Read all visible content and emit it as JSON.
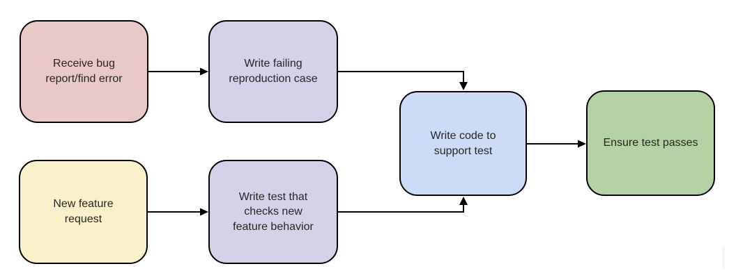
{
  "flowchart": {
    "background_color": "#ffffff",
    "node_border_color": "#000000",
    "arrow_color": "#000000",
    "text_color": "#262626",
    "nodes": {
      "bug_report": {
        "label": "Receive bug\nreport/find error",
        "fill": "#e9c9c7"
      },
      "failing_repro": {
        "label": "Write failing\nreproduction case",
        "fill": "#d6d1e8"
      },
      "feature_request": {
        "label": "New feature\nrequest",
        "fill": "#faf0ca"
      },
      "feature_test": {
        "label": "Write test that\nchecks new\nfeature behavior",
        "fill": "#d6d1e8"
      },
      "write_code": {
        "label": "Write code to\nsupport test",
        "fill": "#ccdcf6"
      },
      "test_passes": {
        "label": "Ensure test passes",
        "fill": "#b5d2a4"
      }
    },
    "edges": [
      {
        "from": "Receive bug report/find error",
        "to": "Write failing reproduction case"
      },
      {
        "from": "Write failing reproduction case",
        "to": "Write code to support test"
      },
      {
        "from": "New feature request",
        "to": "Write test that checks new feature behavior"
      },
      {
        "from": "Write test that checks new feature behavior",
        "to": "Write code to support test"
      },
      {
        "from": "Write code to support test",
        "to": "Ensure test passes"
      }
    ]
  }
}
